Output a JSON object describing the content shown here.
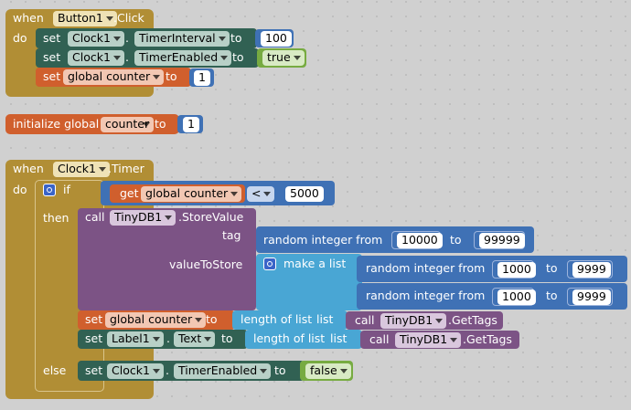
{
  "blocks": {
    "button_click": {
      "when": "when",
      "component": "Button1",
      "event": ".Click",
      "do": "do",
      "s1": {
        "set": "set",
        "component": "Clock1",
        "dot": ".",
        "prop": "TimerInterval",
        "to": "to",
        "value": "100"
      },
      "s2": {
        "set": "set",
        "component": "Clock1",
        "dot": ".",
        "prop": "TimerEnabled",
        "to": "to",
        "value": "true"
      },
      "s3": {
        "set": "set",
        "var": "global counter",
        "to": "to",
        "value": "1"
      }
    },
    "init": {
      "label": "initialize global",
      "name": "counter",
      "to": "to",
      "value": "1"
    },
    "timer": {
      "when": "when",
      "component": "Clock1",
      "event": ".Timer",
      "do": "do",
      "if": "if",
      "then": "then",
      "else": "else",
      "cond": {
        "get": "get",
        "var": "global counter",
        "op": "<",
        "value": "5000"
      },
      "call": {
        "call": "call",
        "component": "TinyDB1",
        "method": ".StoreValue",
        "tag": "tag",
        "value_to_store": "valueToStore"
      },
      "rand1": {
        "label": "random integer from",
        "from": "10000",
        "to": "to",
        "to_value": "99999"
      },
      "make_list": "make a list",
      "rand2": {
        "label": "random integer from",
        "from": "1000",
        "to": "to",
        "to_value": "9999"
      },
      "rand3": {
        "label": "random integer from",
        "from": "1000",
        "to": "to",
        "to_value": "9999"
      },
      "set_counter": {
        "set": "set",
        "var": "global counter",
        "to": "to",
        "len": "length of list",
        "list": "list",
        "call": "call",
        "component": "TinyDB1",
        "method": ".GetTags"
      },
      "set_label": {
        "set": "set",
        "component": "Label1",
        "dot": ".",
        "prop": "Text",
        "to": "to",
        "len": "length of list",
        "list": "list",
        "call": "call",
        "component2": "TinyDB1",
        "method": ".GetTags"
      },
      "else_set": {
        "set": "set",
        "component": "Clock1",
        "dot": ".",
        "prop": "TimerEnabled",
        "to": "to",
        "value": "false"
      }
    }
  },
  "colors": {
    "event": "#b18e35",
    "component": "#316153",
    "variable": "#d05f2d",
    "math": "#3f71b5",
    "logic": "#77ab41",
    "control": "#b18e35",
    "lists": "#49a6d4",
    "procedure": "#7c5385"
  }
}
